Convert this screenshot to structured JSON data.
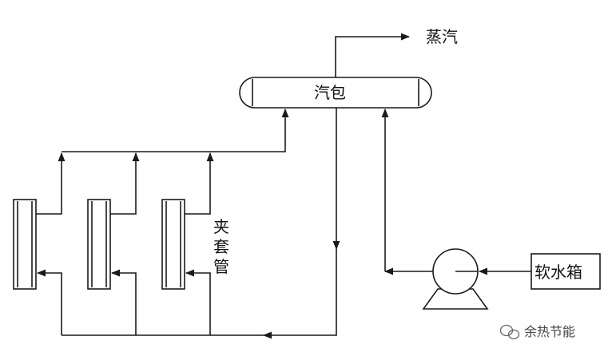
{
  "labels": {
    "steam": "蒸汽",
    "drum": "汽包",
    "jacket": [
      "夹",
      "套",
      "管"
    ],
    "soft_water_tank": "软水箱"
  },
  "watermark": {
    "text": "余热节能",
    "icon": "wechat-icon"
  },
  "colors": {
    "line": "#1a1a1a",
    "text": "#111111",
    "background": "#ffffff"
  }
}
